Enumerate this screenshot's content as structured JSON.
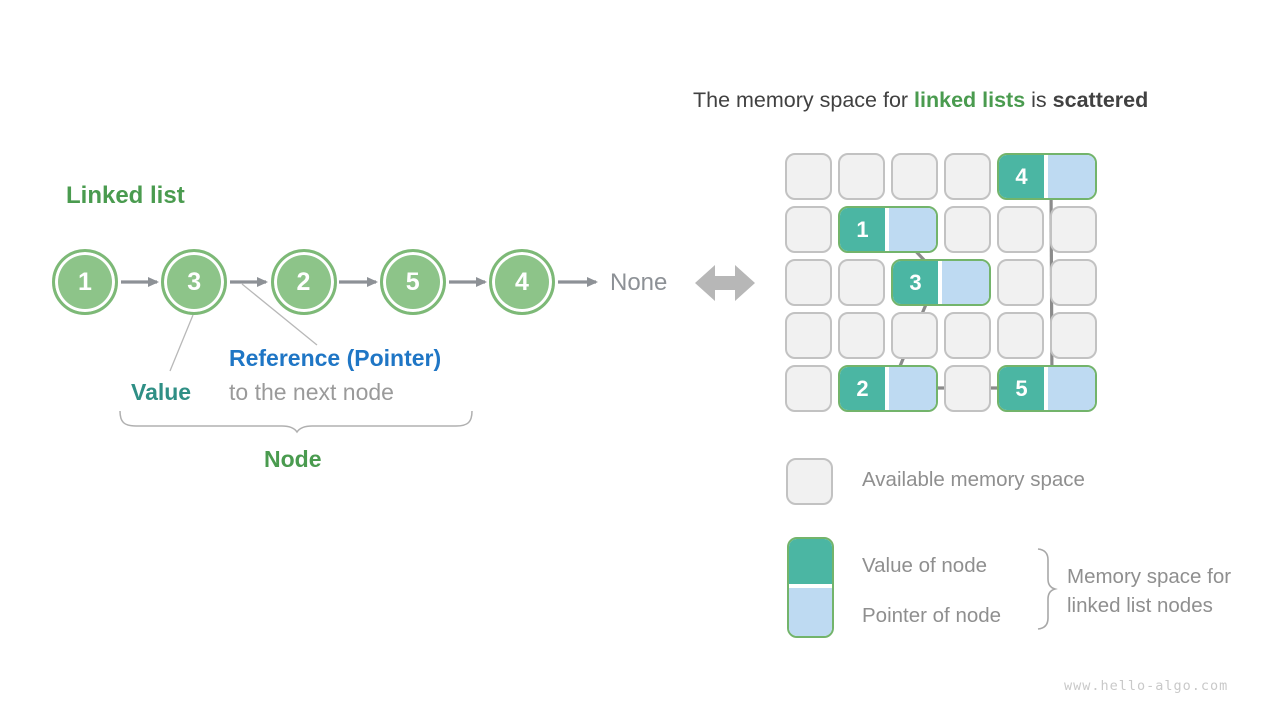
{
  "left_diagram": {
    "title": "Linked list",
    "nodes": [
      "1",
      "3",
      "2",
      "5",
      "4"
    ],
    "none_label": "None",
    "value_label": "Value",
    "reference_label": "Reference (Pointer)",
    "reference_sublabel": "to the next node",
    "node_label": "Node"
  },
  "right_diagram": {
    "title": {
      "prefix": "The memory space for ",
      "highlight": "linked lists",
      "middle": " is ",
      "emphasis": "scattered"
    },
    "memory_grid": {
      "rows": 5,
      "cols": 6,
      "pairs": [
        {
          "value": "4",
          "row": 1,
          "col": 5
        },
        {
          "value": "1",
          "row": 2,
          "col": 2
        },
        {
          "value": "3",
          "row": 3,
          "col": 3
        },
        {
          "value": "2",
          "row": 5,
          "col": 2
        },
        {
          "value": "5",
          "row": 5,
          "col": 5
        }
      ],
      "traversal_order": [
        "1",
        "3",
        "2",
        "5",
        "4"
      ]
    },
    "legend": {
      "available": "Available memory space",
      "value_of_node": "Value of node",
      "pointer_of_node": "Pointer of node",
      "brace_note_line1": "Memory space for",
      "brace_note_line2": "linked list nodes"
    }
  },
  "watermark": "www.hello-algo.com",
  "colors": {
    "label_green": "#4a9b4f",
    "value_teal_text": "#2f8f85",
    "pointer_blue_text": "#1f76c5",
    "muted_gray_text": "#9a9a9a",
    "dark_text": "#414141",
    "node_circle_fill": "#8dc489",
    "node_circle_border": "#7db977",
    "memory_value_teal": "#4bb6a3",
    "memory_pointer_blue": "#bedaf2",
    "memory_pair_border": "#73b46b",
    "empty_cell_fill": "#f1f1f1",
    "empty_cell_border": "#c2c2c2",
    "arrow_gray": "#8b8b8b"
  }
}
